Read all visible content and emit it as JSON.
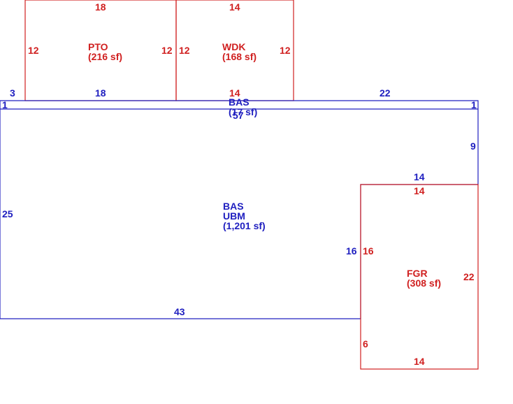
{
  "colors": {
    "living_area": "#2020c0",
    "other_area": "#d02020",
    "background": "#ffffff"
  },
  "areas": {
    "pto": {
      "name": "PTO",
      "area": "(216 sf)"
    },
    "wdk": {
      "name": "WDK",
      "area": "(168 sf)"
    },
    "bas_small": {
      "name": "BAS",
      "area": "(17 sf)"
    },
    "bas_main": {
      "name": "BAS",
      "sub": "UBM",
      "area": "(1,201 sf)"
    },
    "fgr": {
      "name": "FGR",
      "area": "(308 sf)"
    }
  },
  "dimensions": {
    "pto_top": "18",
    "pto_left": "12",
    "pto_right": "12",
    "wdk_top": "14",
    "wdk_left": "12",
    "wdk_right": "12",
    "wdk_bottom": "14",
    "bump_left": "3",
    "bump_seg": "18",
    "bump_right_seg": "22",
    "bump_left_end": "1",
    "bump_right_end": "1",
    "bump_bottom": "57",
    "main_right_upper": "9",
    "main_left": "25",
    "main_bottom": "43",
    "notch_top": "14",
    "notch_inner": "16",
    "fgr_top": "14",
    "fgr_left": "16",
    "fgr_right": "22",
    "fgr_lower_left": "6",
    "fgr_bottom": "14"
  }
}
